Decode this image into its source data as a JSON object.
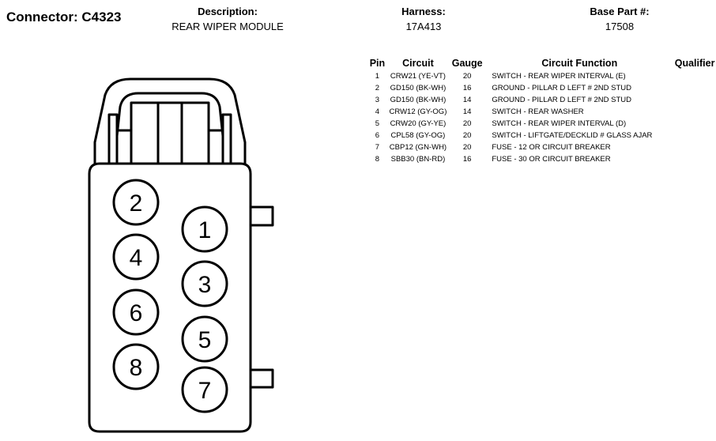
{
  "connector": {
    "title": "Connector: C4323"
  },
  "description": {
    "label": "Description:",
    "value": "REAR WIPER MODULE"
  },
  "harness": {
    "label": "Harness:",
    "value": "17A413"
  },
  "base_part": {
    "label": "Base Part #:",
    "value": "17508"
  },
  "table": {
    "headers": {
      "pin": "Pin",
      "circuit": "Circuit",
      "gauge": "Gauge",
      "function": "Circuit Function",
      "qualifier": "Qualifier"
    },
    "rows": [
      {
        "pin": "1",
        "circuit": "CRW21 (YE-VT)",
        "gauge": "20",
        "function": "SWITCH - REAR WIPER INTERVAL (E)"
      },
      {
        "pin": "2",
        "circuit": "GD150 (BK-WH)",
        "gauge": "16",
        "function": "GROUND - PILLAR D LEFT # 2ND STUD"
      },
      {
        "pin": "3",
        "circuit": "GD150 (BK-WH)",
        "gauge": "14",
        "function": "GROUND - PILLAR D LEFT # 2ND STUD"
      },
      {
        "pin": "4",
        "circuit": "CRW12 (GY-OG)",
        "gauge": "14",
        "function": "SWITCH - REAR WASHER"
      },
      {
        "pin": "5",
        "circuit": "CRW20 (GY-YE)",
        "gauge": "20",
        "function": "SWITCH - REAR WIPER INTERVAL (D)"
      },
      {
        "pin": "6",
        "circuit": "CPL58 (GY-OG)",
        "gauge": "20",
        "function": "SWITCH - LIFTGATE/DECKLID # GLASS AJAR"
      },
      {
        "pin": "7",
        "circuit": "CBP12 (GN-WH)",
        "gauge": "20",
        "function": "FUSE - 12 OR CIRCUIT BREAKER"
      },
      {
        "pin": "8",
        "circuit": "SBB30 (BN-RD)",
        "gauge": "16",
        "function": "FUSE - 30 OR CIRCUIT BREAKER"
      }
    ]
  },
  "diagram": {
    "pin_labels": [
      "2",
      "1",
      "4",
      "3",
      "6",
      "5",
      "8",
      "7"
    ]
  }
}
